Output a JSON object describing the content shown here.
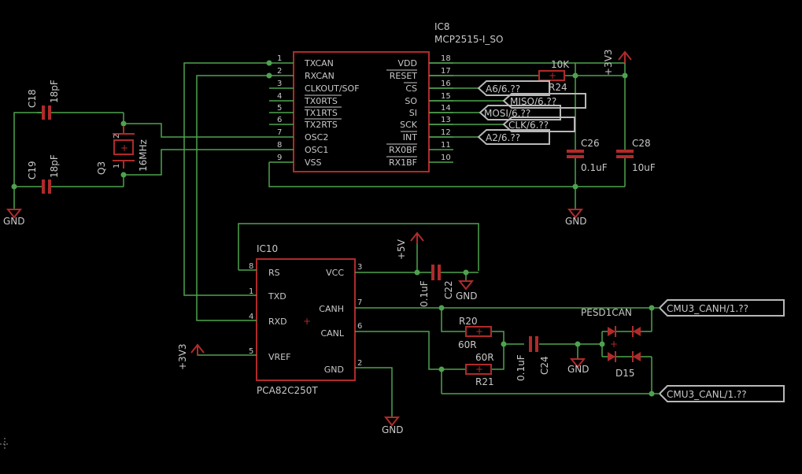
{
  "ic8": {
    "name": "IC8",
    "value": "MCP2515-I_SO",
    "left_pins": [
      {
        "num": "1",
        "name": "TXCAN"
      },
      {
        "num": "2",
        "name": "RXCAN"
      },
      {
        "num": "3",
        "name": "CLKOUT/SOF"
      },
      {
        "num": "4",
        "name": "TX0RTS"
      },
      {
        "num": "5",
        "name": "TX1RTS"
      },
      {
        "num": "6",
        "name": "TX2RTS"
      },
      {
        "num": "7",
        "name": "OSC2"
      },
      {
        "num": "8",
        "name": "OSC1"
      },
      {
        "num": "9",
        "name": "VSS"
      }
    ],
    "right_pins": [
      {
        "num": "18",
        "name": "VDD"
      },
      {
        "num": "17",
        "name": "RESET"
      },
      {
        "num": "16",
        "name": "CS"
      },
      {
        "num": "15",
        "name": "SO"
      },
      {
        "num": "14",
        "name": "SI"
      },
      {
        "num": "13",
        "name": "SCK"
      },
      {
        "num": "12",
        "name": "INT"
      },
      {
        "num": "11",
        "name": "RX0BF"
      },
      {
        "num": "10",
        "name": "RX1BF"
      }
    ]
  },
  "ic10": {
    "name": "IC10",
    "value": "PCA82C250T",
    "left_pins": [
      {
        "num": "8",
        "name": "RS"
      },
      {
        "num": "1",
        "name": "TXD"
      },
      {
        "num": "4",
        "name": "RXD"
      },
      {
        "num": "5",
        "name": "VREF"
      }
    ],
    "right_pins": [
      {
        "num": "3",
        "name": "VCC"
      },
      {
        "num": "7",
        "name": "CANH"
      },
      {
        "num": "6",
        "name": "CANL"
      },
      {
        "num": "2",
        "name": "GND"
      }
    ]
  },
  "crystal": {
    "name": "Q3",
    "value": "16MHz",
    "pin1": "1",
    "pin2": "2"
  },
  "caps": {
    "c18": {
      "name": "C18",
      "value": "18pF"
    },
    "c19": {
      "name": "C19",
      "value": "18pF"
    },
    "c26": {
      "name": "C26",
      "value": "0.1uF"
    },
    "c28": {
      "name": "C28",
      "value": "10uF"
    },
    "c22": {
      "name": "C22",
      "value": "0.1uF"
    },
    "c24": {
      "name": "C24",
      "value": "0.1uF"
    }
  },
  "resistors": {
    "r24": {
      "name": "R24",
      "value": "10K"
    },
    "r20": {
      "name": "R20",
      "value": "60R"
    },
    "r21": {
      "name": "R21",
      "value": "60R"
    }
  },
  "diode": {
    "name": "D15",
    "value": "PESD1CAN"
  },
  "power": {
    "v33_top": "+3V3",
    "v5": "+5V",
    "v33_vref": "+3V3",
    "gnd_left": "GND",
    "gnd_c26": "GND",
    "gnd_c22": "GND",
    "gnd_ic10": "GND",
    "gnd_c24": "GND"
  },
  "net_labels": {
    "a6": "A6/6.??",
    "miso": "MISO/6.??",
    "mosi": "MOSI/6.??",
    "clk": "CLK/6.??",
    "a2": "A2/6.??",
    "canh": "CMU3_CANH/1.??",
    "canl": "CMU3_CANL/1.??"
  }
}
